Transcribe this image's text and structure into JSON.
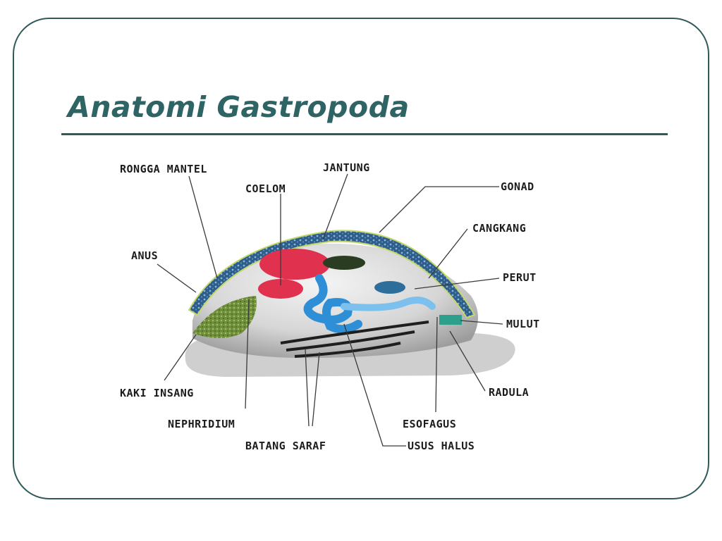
{
  "slide": {
    "title": "Anatomi Gastropoda"
  },
  "diagram": {
    "labels": {
      "rongga_mantel": "RONGGA MANTEL",
      "jantung": "JANTUNG",
      "coelom": "COELOM",
      "gonad": "GONAD",
      "cangkang": "CANGKANG",
      "anus": "ANUS",
      "perut": "PERUT",
      "mulut": "MULUT",
      "kaki_insang": "KAKI INSANG",
      "radula": "RADULA",
      "nephridium": "NEPHRIDIUM",
      "esofagus": "ESOFAGUS",
      "batang_saraf": "BATANG SARAF",
      "usus_halus": "USUS HALUS"
    },
    "colors": {
      "shell": "#2d5d8a",
      "heart": "#e0314f",
      "digestive": "#2f8fd6",
      "gill": "#6f8f3c",
      "foot": "#d0d0d0",
      "body": "#bcbcbc",
      "nerve": "#1e1e1e"
    }
  },
  "colors": {
    "frame": "#2f5a5a",
    "title": "#2e6464"
  }
}
